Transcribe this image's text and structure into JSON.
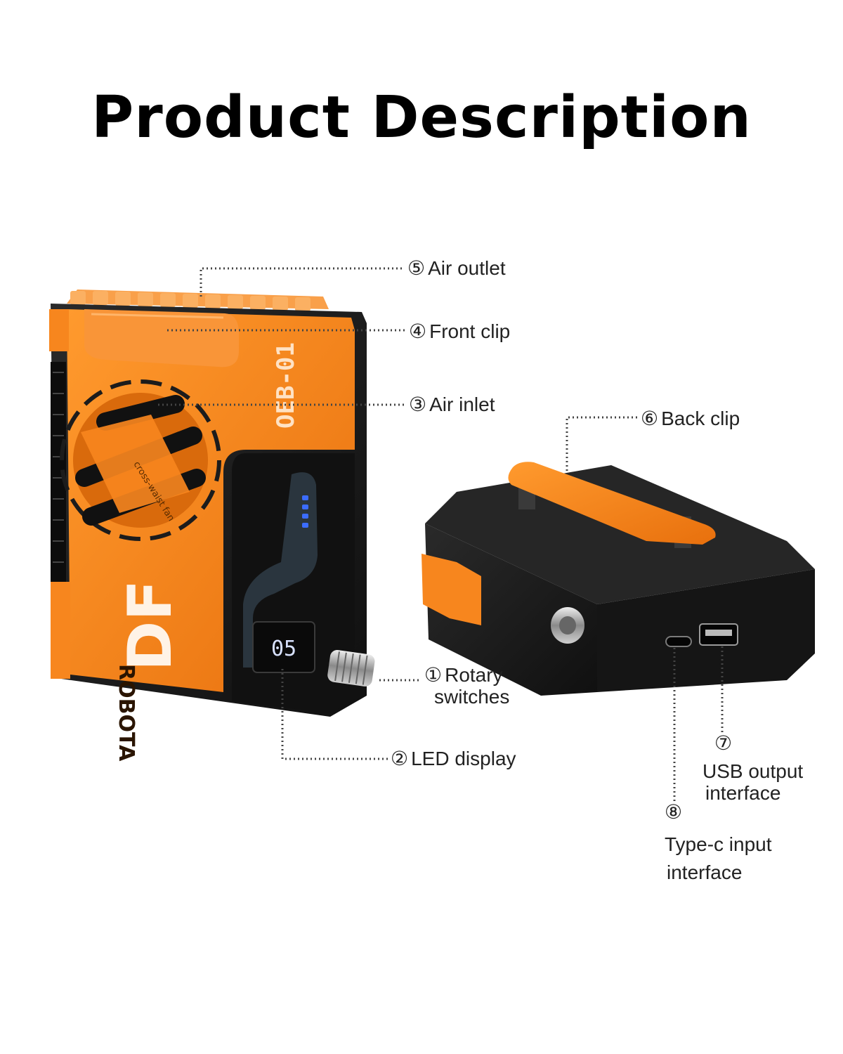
{
  "title": "Product Description",
  "device": {
    "model_text": "OEB-01",
    "brand_text": "ROBOTA",
    "logo_text": "DF",
    "fan_text": "cross-waist fan",
    "display_value": "05"
  },
  "labels": {
    "air_outlet": {
      "num": "⑤",
      "text": "Air outlet"
    },
    "front_clip": {
      "num": "④",
      "text": "Front clip"
    },
    "air_inlet": {
      "num": "③",
      "text": "Air inlet"
    },
    "rotary": {
      "num": "①",
      "line1": "Rotary",
      "line2": "switches"
    },
    "led": {
      "num": "②",
      "text": "LED display"
    },
    "back_clip": {
      "num": "⑥",
      "text": "Back clip"
    },
    "usb": {
      "num": "⑦",
      "line1": "USB output",
      "line2": "interface"
    },
    "typec": {
      "num": "⑧",
      "line1": "Type-c input",
      "line2": "interface"
    }
  },
  "colors": {
    "orange": "#f7861e",
    "dark": "#1c1c1c",
    "led_blue": "#3b6cff"
  }
}
